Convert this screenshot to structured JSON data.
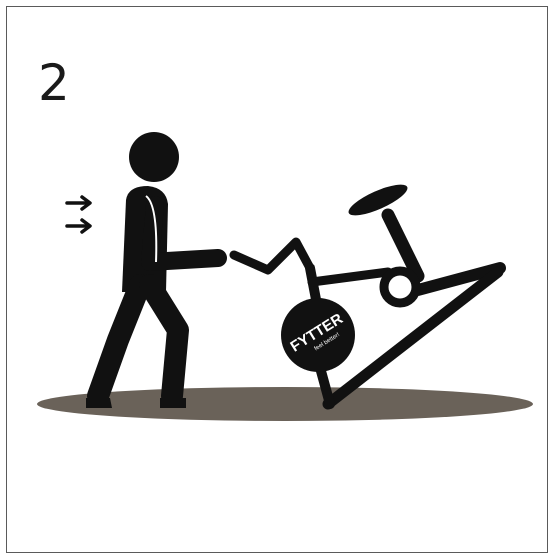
{
  "step": {
    "number": "2"
  },
  "bike": {
    "brand": "FYTTER",
    "tagline": "feel better!"
  },
  "colors": {
    "ink": "#111111",
    "shadow": "#6a6259",
    "frame": "#5a5a5a",
    "background": "#ffffff"
  },
  "icons": [
    "push-direction-arrows-icon",
    "person-figure-icon",
    "exercise-bike-icon",
    "ground-shadow-icon"
  ]
}
